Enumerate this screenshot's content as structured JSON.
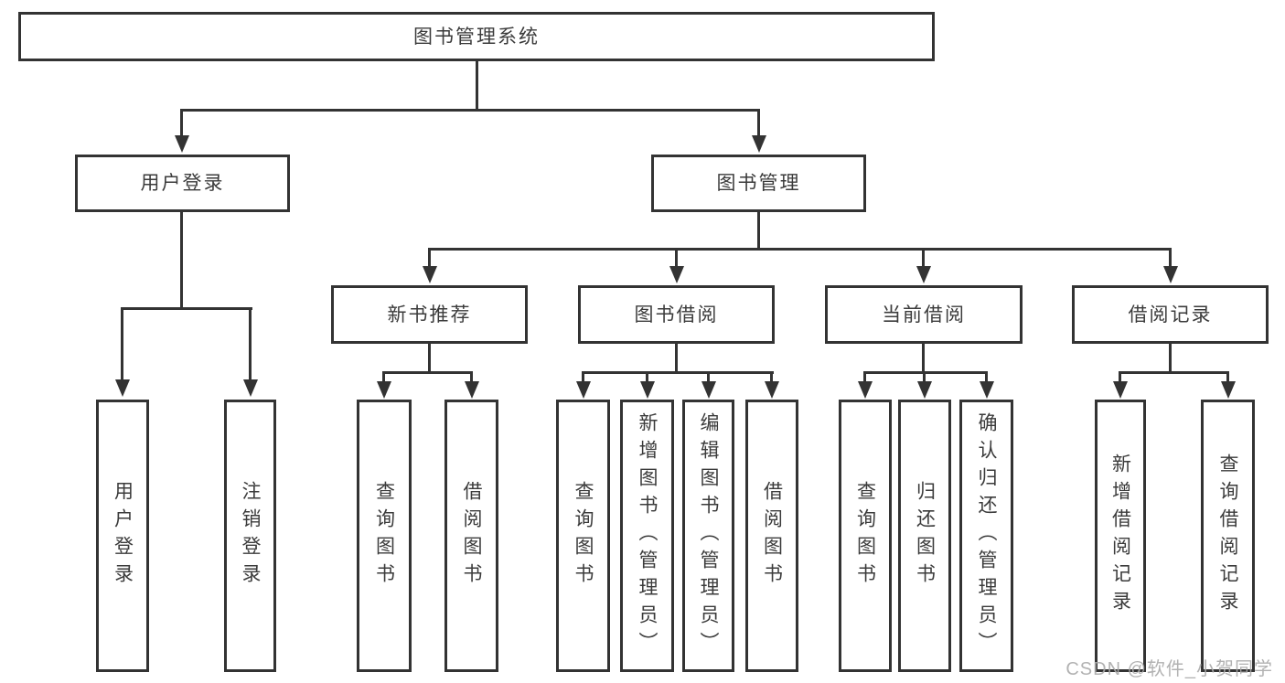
{
  "diagram": {
    "root": {
      "label": "图书管理系统"
    },
    "children": [
      {
        "label": "用户登录",
        "children": [
          {
            "label": "用户登录"
          },
          {
            "label": "注销登录"
          }
        ]
      },
      {
        "label": "图书管理",
        "children": [
          {
            "label": "新书推荐",
            "children": [
              {
                "label": "查询图书"
              },
              {
                "label": "借阅图书"
              }
            ]
          },
          {
            "label": "图书借阅",
            "children": [
              {
                "label": "查询图书"
              },
              {
                "label": "新增图书（管理员）"
              },
              {
                "label": "编辑图书（管理员）"
              },
              {
                "label": "借阅图书"
              }
            ]
          },
          {
            "label": "当前借阅",
            "children": [
              {
                "label": "查询图书"
              },
              {
                "label": "归还图书"
              },
              {
                "label": "确认归还（管理员）"
              }
            ]
          },
          {
            "label": "借阅记录",
            "children": [
              {
                "label": "新增借阅记录"
              },
              {
                "label": "查询借阅记录"
              }
            ]
          }
        ]
      }
    ]
  },
  "watermark": {
    "text": "CSDN @软件_小贺同学"
  },
  "colors": {
    "line": "#333333",
    "text": "#3b3b3b",
    "watermark": "#aaaaaa",
    "background": "#ffffff"
  }
}
